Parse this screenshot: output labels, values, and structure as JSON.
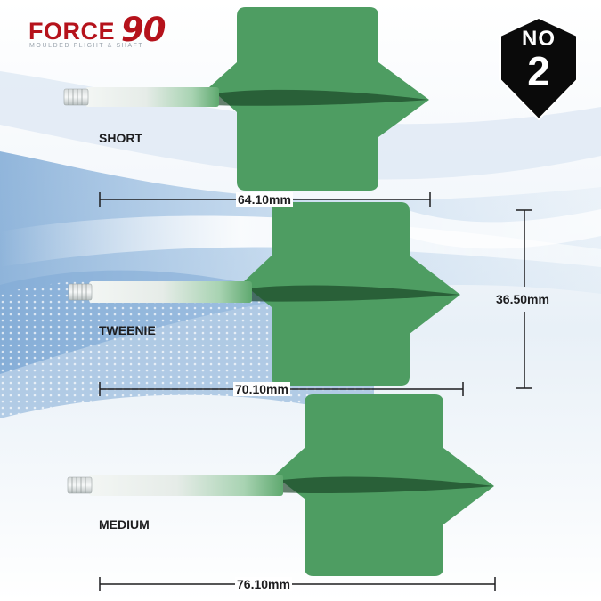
{
  "brand": {
    "name": "FORCE",
    "number": "90",
    "tagline": "MOULDED FLIGHT & SHAFT"
  },
  "badge": {
    "line1": "NO",
    "line2": "2"
  },
  "colors": {
    "flight_green": "#4e9d62",
    "flight_edge": "#3f8a52",
    "shaft_tip": "#5fa96f",
    "brand_red": "#b5121b",
    "badge_black": "#0a0a0a"
  },
  "darts": [
    {
      "name": "SHORT",
      "length_label": "64.10mm"
    },
    {
      "name": "TWEENIE",
      "length_label": "70.10mm"
    },
    {
      "name": "MEDIUM",
      "length_label": "76.10mm"
    }
  ],
  "flight_height_label": "36.50mm"
}
